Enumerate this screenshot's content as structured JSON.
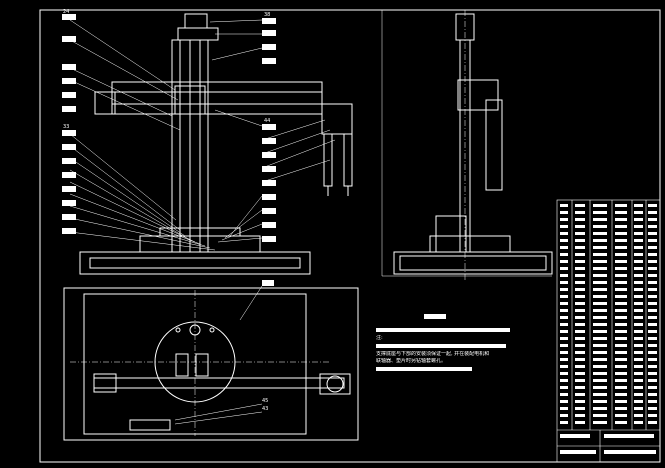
{
  "drawing": {
    "background": "#000000",
    "line_color": "#ffffff",
    "notes": {
      "line_1": "注:",
      "line_2": "支撑底座与下部的安装须保证一起, 并在装配电机和",
      "line_3": "联轴器、垫片时另钻轴套螺孔。"
    },
    "balloons": {
      "top_left": "24",
      "top_right": "38",
      "left_mid": "33",
      "right_upper": "44",
      "bottom_a": "45",
      "bottom_b": "43"
    }
  }
}
